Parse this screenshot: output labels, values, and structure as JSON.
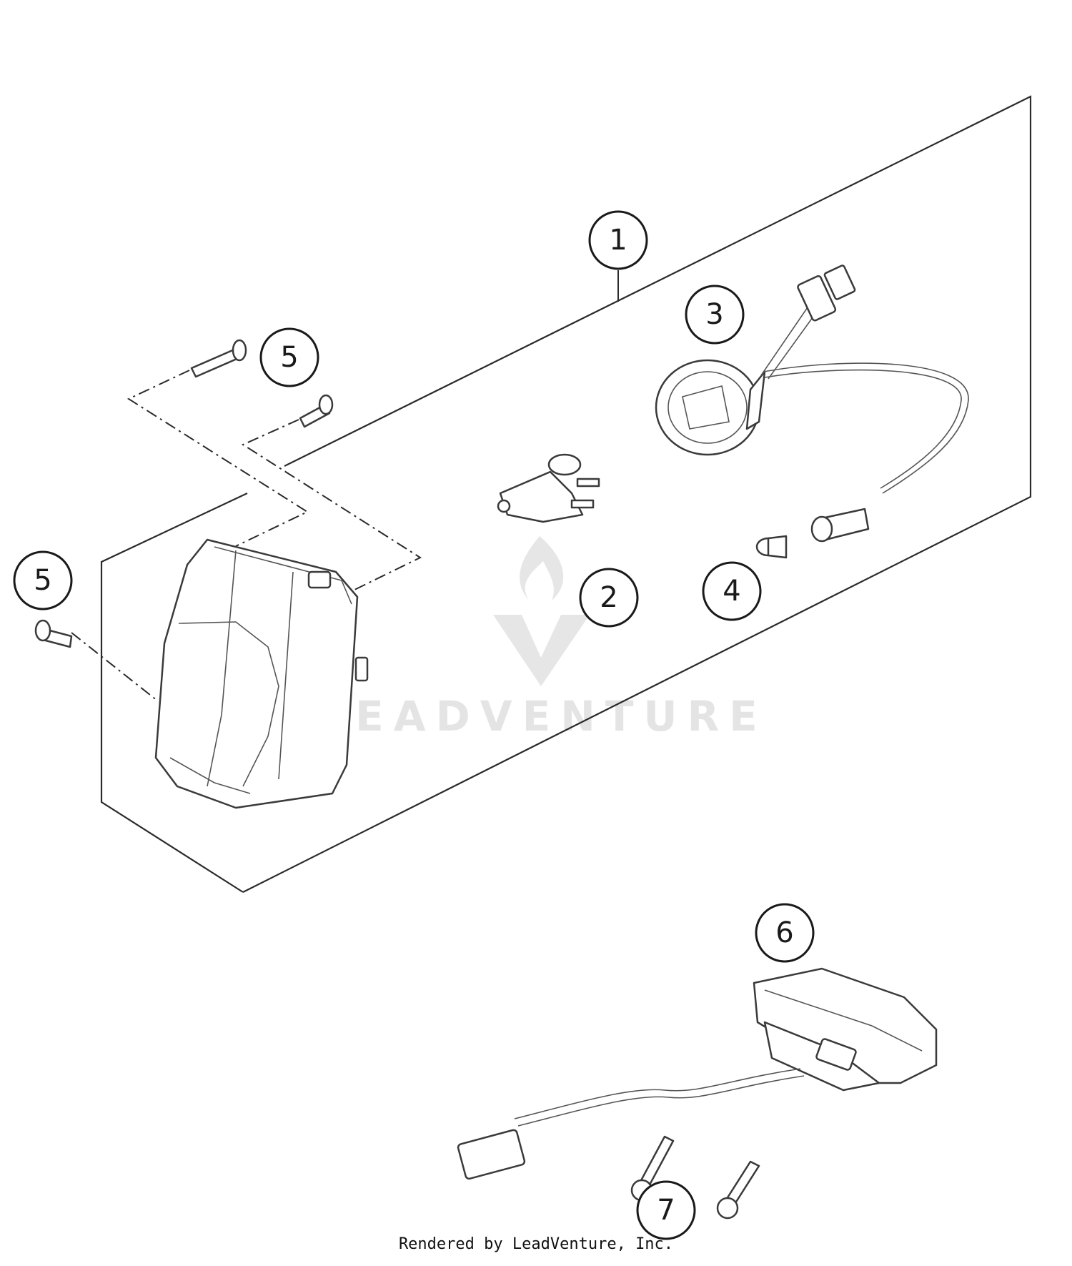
{
  "watermark": {
    "text": "LEADVENTURE"
  },
  "callouts": [
    {
      "id": "1",
      "label": "1"
    },
    {
      "id": "2",
      "label": "2"
    },
    {
      "id": "3",
      "label": "3"
    },
    {
      "id": "4",
      "label": "4"
    },
    {
      "id": "5a",
      "label": "5"
    },
    {
      "id": "5b",
      "label": "5"
    },
    {
      "id": "6",
      "label": "6"
    },
    {
      "id": "7",
      "label": "7"
    }
  ],
  "footer": {
    "text": "Rendered by LeadVenture, Inc."
  },
  "colors": {
    "line": "#2a2a2a",
    "watermark": "#e4e4e4",
    "background": "#ffffff"
  }
}
